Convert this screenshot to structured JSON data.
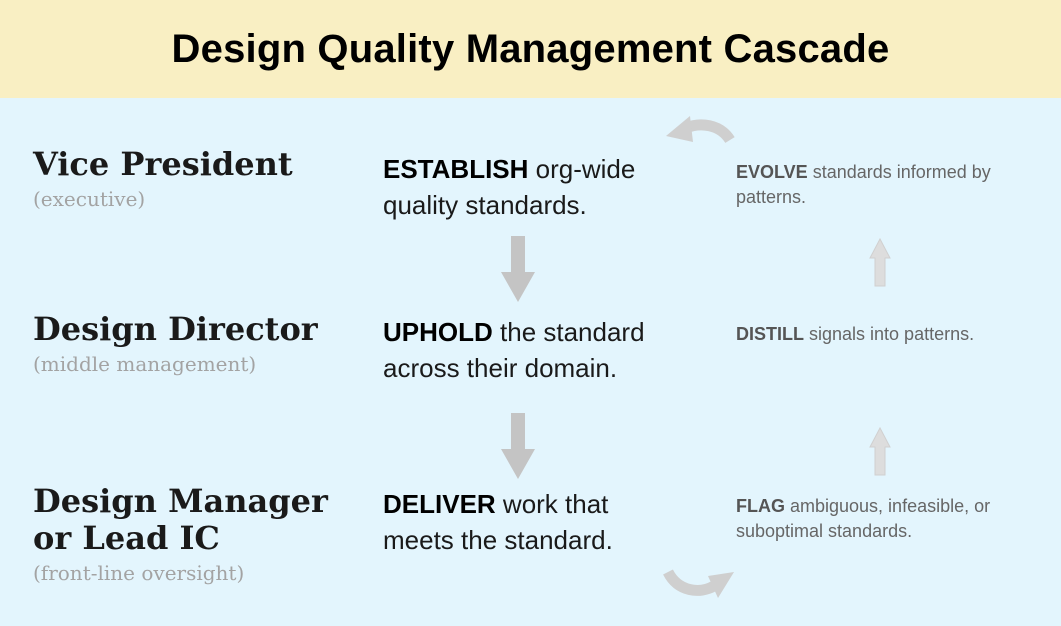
{
  "title": "Design Quality Management Cascade",
  "roles": [
    {
      "title": "Vice President",
      "subtitle": "(executive)"
    },
    {
      "title": "Design Director",
      "subtitle": "(middle management)"
    },
    {
      "title": "Design Manager\nor Lead IC",
      "subtitle": "(front-line oversight)"
    }
  ],
  "actions": [
    {
      "keyword": "ESTABLISH",
      "text": " org-wide quality standards."
    },
    {
      "keyword": "UPHOLD",
      "text": " the standard across their domain."
    },
    {
      "keyword": "DELIVER",
      "text": " work that meets the standard."
    }
  ],
  "feedback": [
    {
      "keyword": "EVOLVE",
      "text": " standards informed by patterns."
    },
    {
      "keyword": "DISTILL",
      "text": " signals into patterns."
    },
    {
      "keyword": "FLAG",
      "text": " ambiguous, infeasible, or suboptimal standards."
    }
  ],
  "colors": {
    "header_bg": "#f9efc3",
    "body_bg": "#e3f5fd",
    "arrow_down": "#c4c4c4",
    "arrow_up": "#dddddd"
  }
}
